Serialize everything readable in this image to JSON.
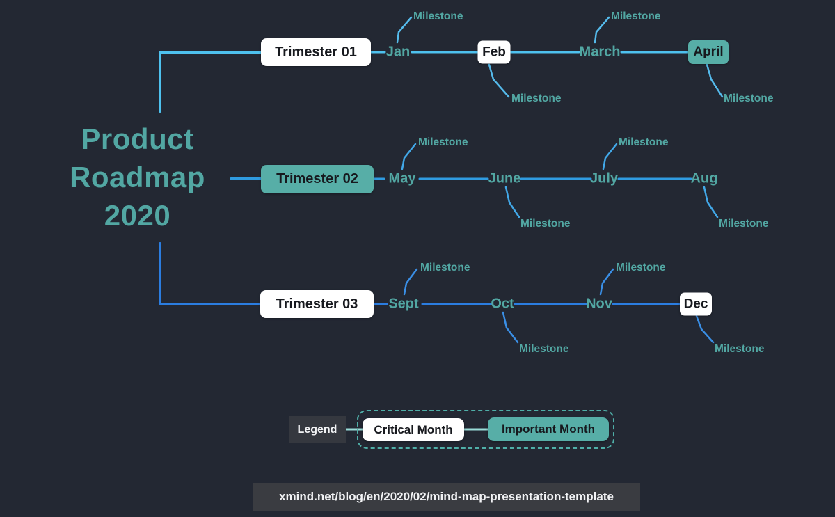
{
  "colors": {
    "background": "#232833",
    "teal_text": "#52A7A3",
    "teal_box": "#57AEA7",
    "white_box": "#FFFFFF",
    "box_text": "#17191E",
    "row1_line": "#4EC1EE",
    "row2_line": "#2F9BE0",
    "row3_line": "#2B7DE0",
    "milestone_line_row1": "#55BBEC",
    "milestone_line_row2": "#42A8E8",
    "milestone_line_row3": "#3A8FE6",
    "legend_line": "#9ADDD8",
    "legend_border": "#4FAFA8",
    "dark_box_bg": "#35383F",
    "url_bar_bg": "#3A3C41",
    "light_text": "#F2F3F5"
  },
  "central_topic": {
    "line1": "Product",
    "line2": "Roadmap",
    "line3": "2020"
  },
  "rows": [
    {
      "trimester": {
        "label": "Trimester 01",
        "variant": "critical"
      },
      "months": [
        {
          "label": "Jan",
          "variant": "plain"
        },
        {
          "label": "Feb",
          "variant": "critical"
        },
        {
          "label": "March",
          "variant": "plain"
        },
        {
          "label": "April",
          "variant": "important"
        }
      ],
      "milestones": [
        {
          "label": "Milestone",
          "attached_to": "Jan",
          "position": "above"
        },
        {
          "label": "Milestone",
          "attached_to": "March",
          "position": "above"
        },
        {
          "label": "Milestone",
          "attached_to": "Feb",
          "position": "below"
        },
        {
          "label": "Milestone",
          "attached_to": "April",
          "position": "below"
        }
      ]
    },
    {
      "trimester": {
        "label": "Trimester 02",
        "variant": "important"
      },
      "months": [
        {
          "label": "May",
          "variant": "plain"
        },
        {
          "label": "June",
          "variant": "plain"
        },
        {
          "label": "July",
          "variant": "plain"
        },
        {
          "label": "Aug",
          "variant": "plain"
        }
      ],
      "milestones": [
        {
          "label": "Milestone",
          "attached_to": "May",
          "position": "above"
        },
        {
          "label": "Milestone",
          "attached_to": "July",
          "position": "above"
        },
        {
          "label": "Milestone",
          "attached_to": "June",
          "position": "below"
        },
        {
          "label": "Milestone",
          "attached_to": "Aug",
          "position": "below"
        }
      ]
    },
    {
      "trimester": {
        "label": "Trimester 03",
        "variant": "critical"
      },
      "months": [
        {
          "label": "Sept",
          "variant": "plain"
        },
        {
          "label": "Oct",
          "variant": "plain"
        },
        {
          "label": "Nov",
          "variant": "plain"
        },
        {
          "label": "Dec",
          "variant": "critical"
        }
      ],
      "milestones": [
        {
          "label": "Milestone",
          "attached_to": "Sept",
          "position": "above"
        },
        {
          "label": "Milestone",
          "attached_to": "Nov",
          "position": "above"
        },
        {
          "label": "Milestone",
          "attached_to": "Oct",
          "position": "below"
        },
        {
          "label": "Milestone",
          "attached_to": "Dec",
          "position": "below"
        }
      ]
    }
  ],
  "legend": {
    "title": "Legend",
    "items": [
      {
        "label": "Critical Month",
        "variant": "critical"
      },
      {
        "label": "Important Month",
        "variant": "important"
      }
    ]
  },
  "footer": {
    "url": "xmind.net/blog/en/2020/02/mind-map-presentation-template"
  }
}
